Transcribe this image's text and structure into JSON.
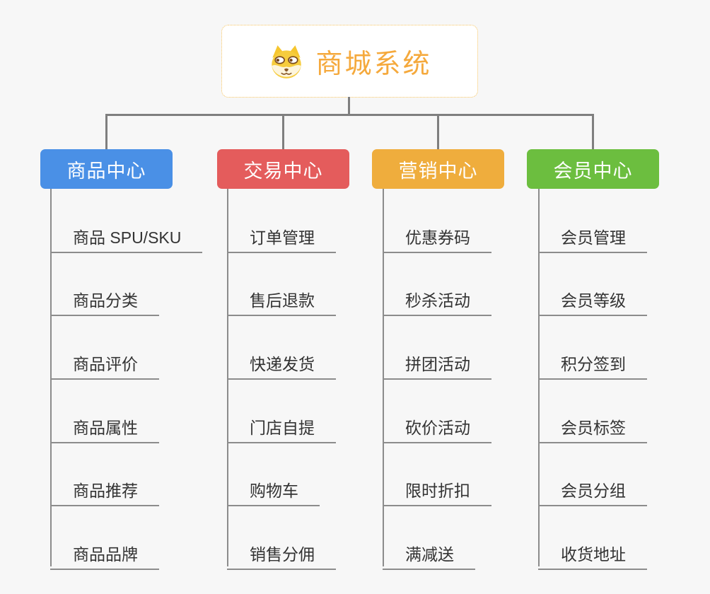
{
  "root": {
    "title": "商城系统",
    "icon": "shiba-dog-icon",
    "title_color": "#f5a93c",
    "border_color": "#f6c35f"
  },
  "connector_color": "#7f7f7f",
  "branches": [
    {
      "label": "商品中心",
      "color": "#4a90e6",
      "children": [
        "商品 SPU/SKU",
        "商品分类",
        "商品评价",
        "商品属性",
        "商品推荐",
        "商品品牌"
      ]
    },
    {
      "label": "交易中心",
      "color": "#e45c5c",
      "children": [
        "订单管理",
        "售后退款",
        "快递发货",
        "门店自提",
        "购物车",
        "销售分佣"
      ]
    },
    {
      "label": "营销中心",
      "color": "#efad3d",
      "children": [
        "优惠券码",
        "秒杀活动",
        "拼团活动",
        "砍价活动",
        "限时折扣",
        "满减送"
      ]
    },
    {
      "label": "会员中心",
      "color": "#6cbe3f",
      "children": [
        "会员管理",
        "会员等级",
        "积分签到",
        "会员标签",
        "会员分组",
        "收货地址"
      ]
    }
  ]
}
